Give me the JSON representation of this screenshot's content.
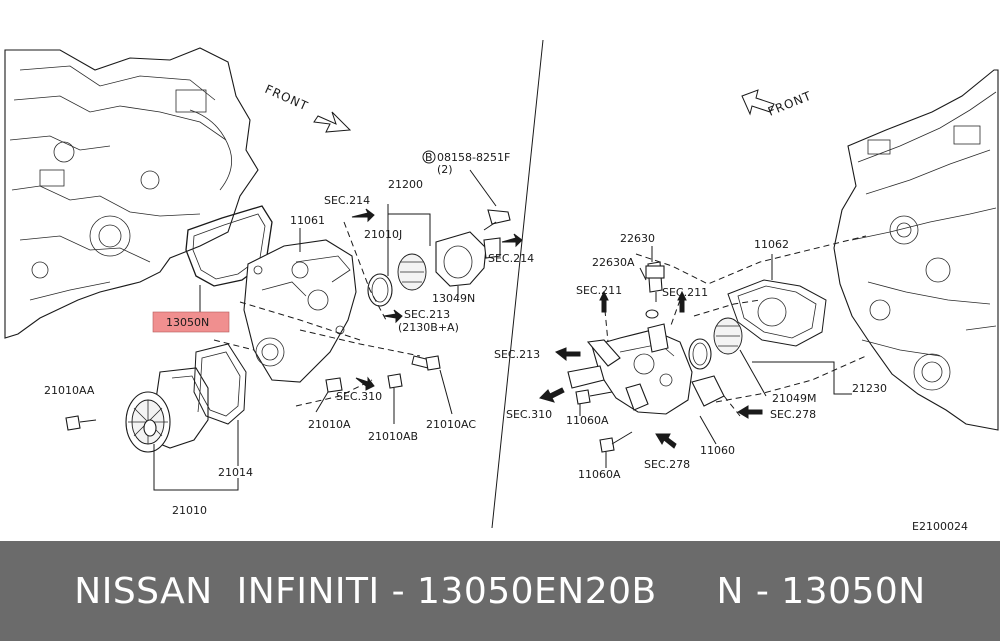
{
  "diagram": {
    "left_front_label": "FRONT",
    "right_front_label": "FRONT",
    "highlight_fill": "#f08f8f",
    "labels": {
      "l_13050N": "13050N",
      "l_08158": "08158-8251F",
      "l_08158_qty": "(2)",
      "l_bolt_mark": "B",
      "l_21200": "21200",
      "l_sec214_a": "SEC.214",
      "l_11061": "11061",
      "l_21010J": "21010J",
      "l_sec214_b": "SEC.214",
      "l_13049N": "13049N",
      "l_sec213_a": "SEC.213",
      "l_2130BA": "(2130B+A)",
      "l_21010AA": "21010AA",
      "l_sec310_a": "SEC.310",
      "l_21010A": "21010A",
      "l_21010AB": "21010AB",
      "l_21010AC": "21010AC",
      "l_21014": "21014",
      "l_21010": "21010",
      "l_22630": "22630",
      "l_22630A": "22630A",
      "l_sec211_a": "SEC.211",
      "l_sec211_b": "SEC.211",
      "l_11062": "11062",
      "l_sec213_b": "SEC.213",
      "l_sec310_b": "SEC.310",
      "l_11060A_a": "11060A",
      "l_11060A_b": "11060A",
      "l_21230": "21230",
      "l_21049M": "21049M",
      "l_sec278_a": "SEC.278",
      "l_sec278_b": "SEC.278",
      "l_11060": "11060",
      "l_code": "E2100024"
    }
  },
  "footer": {
    "text": "NISSAN  INFINITI - 13050EN20B     N - 13050N",
    "background": "#6b6b6b",
    "color": "#ffffff"
  }
}
